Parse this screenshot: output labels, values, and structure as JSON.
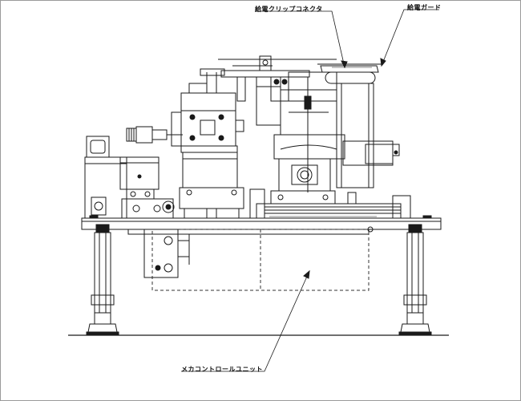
{
  "labels": {
    "clip_connector": "給電クリップコネクタ",
    "power_guard": "給電ガード",
    "mecha_control_unit": "メカコントロールユニット"
  },
  "colors": {
    "line": "#1a1a1a",
    "hidden_line": "#333333",
    "frame": "#9a9a9a",
    "background": "#ffffff"
  }
}
